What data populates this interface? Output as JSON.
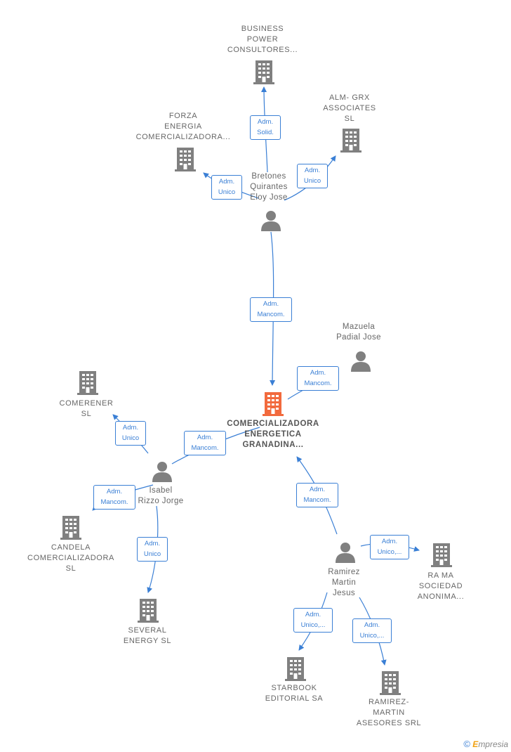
{
  "nodes": {
    "business_power": [
      "BUSINESS",
      "POWER",
      "CONSULTORES..."
    ],
    "forza": [
      "FORZA",
      "ENERGIA",
      "COMERCIALIZADORA..."
    ],
    "alm_grx": [
      "ALM- GRX",
      "ASSOCIATES",
      "SL"
    ],
    "bretones": [
      "Bretones",
      "Quirantes",
      "Eloy Jose"
    ],
    "mazuela": [
      "Mazuela",
      "Padial Jose"
    ],
    "main": [
      "COMERCIALIZADORA",
      "ENERGETICA",
      "GRANADINA..."
    ],
    "comerener": [
      "COMERENER",
      "SL"
    ],
    "isabel": [
      "Isabel",
      "Rizzo Jorge"
    ],
    "candela": [
      "CANDELA",
      "COMERCIALIZADORA",
      "SL"
    ],
    "several": [
      "SEVERAL",
      "ENERGY  SL"
    ],
    "ramirez": [
      "Ramirez",
      "Martin",
      "Jesus"
    ],
    "rama": [
      "RA MA",
      "SOCIEDAD",
      "ANONIMA..."
    ],
    "starbook": [
      "STARBOOK",
      "EDITORIAL SA"
    ],
    "ramirez_martin": [
      "RAMIREZ-",
      "MARTIN",
      "ASESORES SRL"
    ]
  },
  "edges": {
    "bretones_business": [
      "Adm.",
      "Solid."
    ],
    "bretones_forza": [
      "Adm.",
      "Unico"
    ],
    "bretones_alm": [
      "Adm.",
      "Unico"
    ],
    "bretones_main": [
      "Adm.",
      "Mancom."
    ],
    "mazuela_main": [
      "Adm.",
      "Mancom."
    ],
    "isabel_main": [
      "Adm.",
      "Mancom."
    ],
    "isabel_comerener": [
      "Adm.",
      "Unico"
    ],
    "isabel_candela": [
      "Adm.",
      "Mancom."
    ],
    "isabel_several": [
      "Adm.",
      "Unico"
    ],
    "ramirez_main": [
      "Adm.",
      "Mancom."
    ],
    "ramirez_rama": [
      "Adm.",
      "Unico,..."
    ],
    "ramirez_starbook": [
      "Adm.",
      "Unico,..."
    ],
    "ramirez_asesores": [
      "Adm.",
      "Unico,..."
    ]
  },
  "colors": {
    "edge": "#3a7fd5",
    "node": "#808080",
    "main_node": "#f26a3d",
    "label": "#666666"
  },
  "icons": {
    "company": "building-icon",
    "person": "person-icon",
    "main": "building-icon-highlighted"
  },
  "brand": {
    "copyright": "©",
    "first_letter": "E",
    "rest": "mpresia"
  }
}
